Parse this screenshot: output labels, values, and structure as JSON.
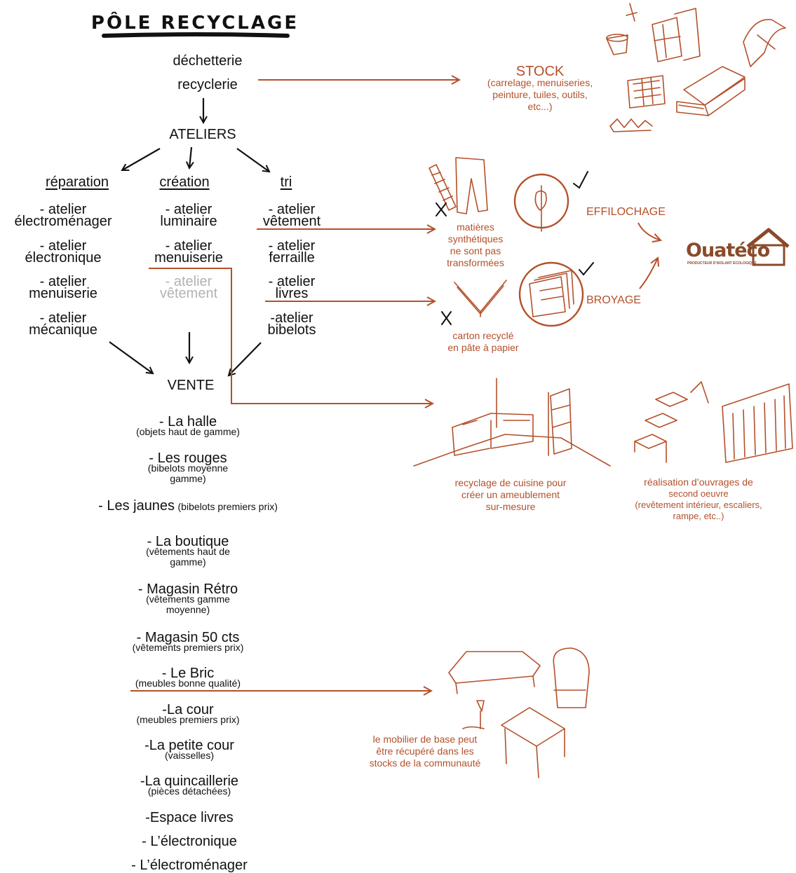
{
  "title": "PÔLE RECYCLAGE",
  "top": {
    "dechetterie": "déchetterie",
    "recyclerie": "recyclerie",
    "ateliers": "ATELIERS",
    "vente": "VENTE"
  },
  "stock": {
    "title": "STOCK",
    "detail": [
      "(carrelage, menuiseries,",
      "peinture, tuiles, outils,",
      "etc...)"
    ]
  },
  "columns": {
    "reparation": {
      "heading": "réparation",
      "items": [
        [
          "- atelier",
          "électroménager"
        ],
        [
          "- atelier",
          "électronique"
        ],
        [
          "- atelier",
          "menuiserie"
        ],
        [
          "- atelier",
          "mécanique"
        ]
      ]
    },
    "creation": {
      "heading": "création",
      "items": [
        [
          "- atelier",
          "luminaire"
        ],
        [
          "- atelier",
          "menuiserie"
        ],
        [
          "- atelier",
          "vêtement"
        ]
      ]
    },
    "tri": {
      "heading": "tri",
      "items": [
        [
          "- atelier",
          "vêtement"
        ],
        [
          "- atelier",
          "ferraille"
        ],
        [
          "- atelier",
          "livres"
        ],
        [
          "-atelier",
          "bibelots"
        ]
      ]
    }
  },
  "vente_items": [
    {
      "name": "- La halle",
      "sub": "(objets haut de gamme)"
    },
    {
      "name": "- Les rouges",
      "sub": "(bibelots moyenne gamme)"
    },
    {
      "name": "- Les jaunes",
      "sub": "(bibelots premiers prix)"
    },
    {
      "name": "- La boutique",
      "sub": "(vêtements haut de gamme)"
    },
    {
      "name": "- Magasin Rétro",
      "sub": "(vêtements gamme moyenne)"
    },
    {
      "name": "- Magasin 50 cts",
      "sub": "(vêtements premiers prix)"
    },
    {
      "name": "- Le Bric",
      "sub": "(meubles bonne qualité)"
    },
    {
      "name": "-La cour",
      "sub": "(meubles premiers prix)"
    },
    {
      "name": "-La petite cour",
      "sub": "(vaisselles)"
    },
    {
      "name": "-La quincaillerie",
      "sub": "(pièces détachées)"
    },
    {
      "name": "-Espace livres",
      "sub": ""
    },
    {
      "name": "- L’électronique",
      "sub": ""
    },
    {
      "name": "- L’électroménager",
      "sub": ""
    }
  ],
  "notes": {
    "synthetiques": [
      "matières",
      "synthétiques",
      "ne sont pas",
      "transformées"
    ],
    "carton": [
      "carton recyclé",
      "en pâte à papier"
    ],
    "effilochage": "EFFILOCHAGE",
    "broyage": "BROYAGE",
    "cuisine": [
      "recyclage de cuisine pour",
      "créer un ameublement",
      "sur-mesure"
    ],
    "ouvrages": {
      "title": "réalisation d’ouvrages de",
      "sub": [
        "second oeuvre",
        "(revêtement intérieur, escaliers,",
        "rampe, etc..)"
      ]
    },
    "mobilier": [
      "le mobilier de base peut",
      "être récupéré dans les",
      "stocks de la communauté"
    ]
  },
  "logo": {
    "name": "Ouatéco",
    "tagline": "PRODUCTEUR D’ISOLANT ÉCOLOGIQUE"
  },
  "colors": {
    "accent": "#b4502a",
    "ink": "#111111",
    "muted": "#b3b3b3",
    "logo_brown": "#8a4a2a",
    "logo_green": "#7aa83a"
  }
}
